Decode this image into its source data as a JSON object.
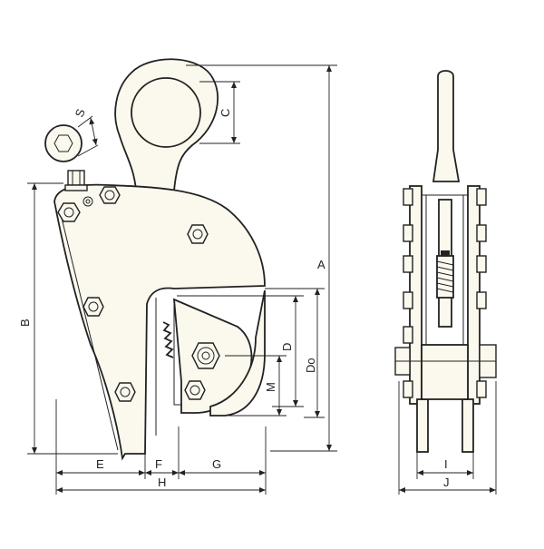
{
  "diagram": {
    "dimension_labels": {
      "A": "A",
      "B": "B",
      "C": "C",
      "D": "D",
      "Do": "Do",
      "M": "M",
      "S": "S",
      "E": "E",
      "F": "F",
      "G": "G",
      "H": "H",
      "I": "I",
      "J": "J"
    }
  }
}
